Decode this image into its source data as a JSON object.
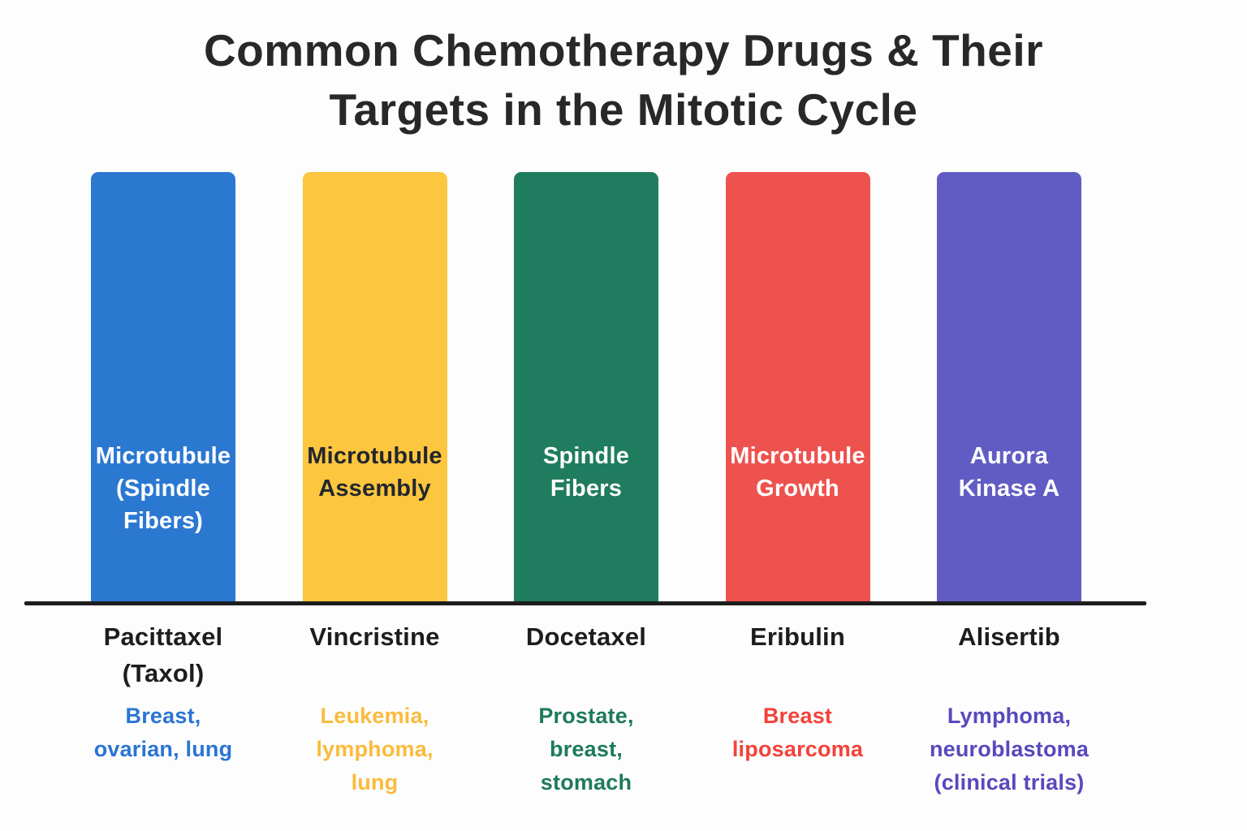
{
  "page": {
    "title": "Common Chemotherapy Drugs & Their\nTargets in the Mitotic Cycle"
  },
  "chart_data": {
    "type": "bar",
    "title": "Common Chemotherapy Drugs & Their Targets in the Mitotic Cycle",
    "categories": [
      "Pacittaxel (Taxol)",
      "Vincristine",
      "Docetaxel",
      "Eribulin",
      "Alisertib"
    ],
    "values": [
      1,
      1,
      1,
      1,
      1
    ],
    "value_note": "Qualitative infographic: all five bars are drawn at identical height; there is no numeric y-axis, gridlines or legend",
    "bar_inside_labels": [
      "Microtubule (Spindle Fibers)",
      "Microtubule Assembly",
      "Spindle Fibers",
      "Microtubule Growth",
      "Aurora Kinase A"
    ],
    "bar_colors": [
      "#2b78d1",
      "#fcc63e",
      "#1f7c5e",
      "#ee524e",
      "#615cc3"
    ],
    "below_axis_annotations": [
      "Breast, ovarian, lung",
      "Leukemia, lymphoma, lung",
      "Prostate, breast, stomach",
      "Breast liposarcoma",
      "Lymphoma, neuroblastoma (clinical trials)"
    ],
    "xlabel": "",
    "ylabel": "",
    "grid": false,
    "legend": false,
    "axis_line_color": "#1d1d1d",
    "background_color": "#fdfdfd"
  },
  "columns": [
    {
      "drug": "Pacittaxel\n(Taxol)",
      "target": "Microtubule\n(Spindle\nFibers)",
      "cancers": "Breast,\novarian, lung",
      "bar_color": "#2b78d1",
      "label_color": "#ffffff",
      "cancer_color": "#2b74d4"
    },
    {
      "drug": "Vincristine",
      "target": "Microtubule\nAssembly",
      "cancers": "Leukemia,\nlymphoma,\nlung",
      "bar_color": "#fcc63e",
      "label_color": "#23262e",
      "cancer_color": "#fbbb3c"
    },
    {
      "drug": "Docetaxel",
      "target": "Spindle\nFibers",
      "cancers": "Prostate,\nbreast,\nstomach",
      "bar_color": "#1f7c5e",
      "label_color": "#ffffff",
      "cancer_color": "#1d7a5c"
    },
    {
      "drug": "Eribulin",
      "target": "Microtubule\nGrowth",
      "cancers": "Breast\nliposarcoma",
      "bar_color": "#ee524e",
      "label_color": "#ffffff",
      "cancer_color": "#f3423a"
    },
    {
      "drug": "Alisertib",
      "target": "Aurora\nKinase A",
      "cancers": "Lymphoma,\nneuroblastoma\n(clinical trials)",
      "bar_color": "#615cc3",
      "label_color": "#ffffff",
      "cancer_color": "#5849bd"
    }
  ]
}
